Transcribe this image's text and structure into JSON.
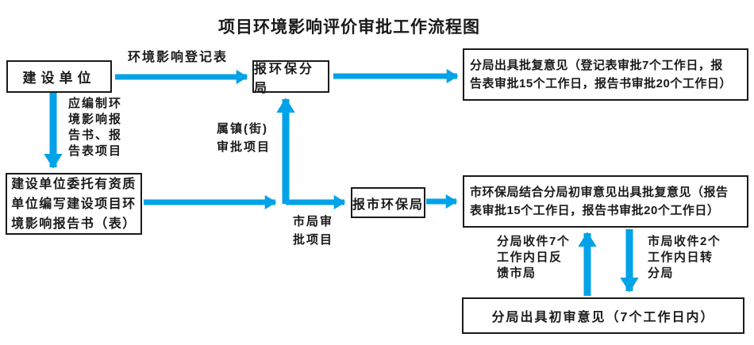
{
  "title": "项目环境影响评价审批工作流程图",
  "colors": {
    "arrow": "#00A2E8",
    "ink": "#1A1A1A"
  },
  "nodes": {
    "construction_unit": "建设单位",
    "report_branch_bureau": "报环保分局",
    "branch_reply": "分局出具批复意见（登记表审批7个工作日，报\n告表审批15个工作日，报告书审批20个工作日）",
    "entrust_qualified_unit": "建设单位委托有资质\n单位编写建设项目环\n境影响报告书（表）",
    "report_city_bureau": "报市环保局",
    "city_reply": "市环保局结合分局初审意见出具批复意见（报告\n表审批15个工作日，报告书审批20个工作日）",
    "branch_initial_opinion": "分局出具初审意见（7个工作日内）"
  },
  "labels": {
    "registration_form": "环境影响登记表",
    "should_prepare": "应编制环\n境影响报\n告书、报\n告表项目",
    "town_street_projects": "属镇(街)\n审批项目",
    "city_approval_projects": "市局审\n批项目",
    "branch_receive_feedback": "分局收件7个\n工作内日反\n馈市局",
    "city_receive_transfer": "市局收件2个\n工作内日转\n分局"
  }
}
